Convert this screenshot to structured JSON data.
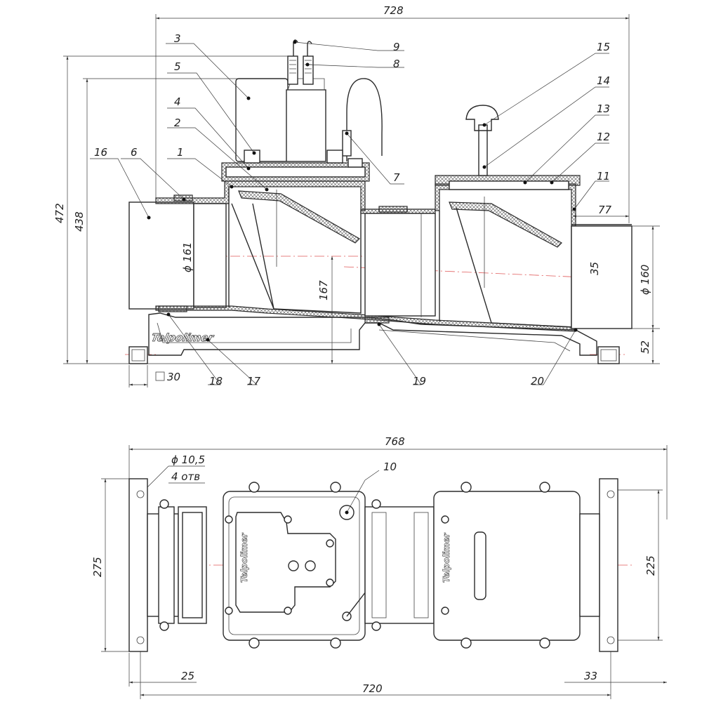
{
  "brand": "Telpolimer",
  "side_view": {
    "dimensions": {
      "overall_length": "728",
      "overall_height": "472",
      "body_height": "438",
      "inlet_diameter": "ϕ 161",
      "outlet_diameter": "ϕ 160",
      "axis_height": "167",
      "offset": "35",
      "outlet_length": "77",
      "foot_height": "52",
      "square_size": "30"
    },
    "callouts": [
      "1",
      "2",
      "3",
      "4",
      "5",
      "6",
      "7",
      "8",
      "9",
      "11",
      "12",
      "13",
      "14",
      "15",
      "16",
      "17",
      "18",
      "19",
      "20"
    ]
  },
  "top_view": {
    "dimensions": {
      "overall_length": "768",
      "hole_spacing_length": "720",
      "flange_width": "275",
      "outlet_width": "225",
      "left_offset": "25",
      "right_offset": "33",
      "hole_diameter": "ϕ 10,5",
      "hole_count": "4  отв"
    },
    "callouts": [
      "10"
    ]
  },
  "colors": {
    "line": "#2b2b2b",
    "axis": "#e05a5a"
  }
}
